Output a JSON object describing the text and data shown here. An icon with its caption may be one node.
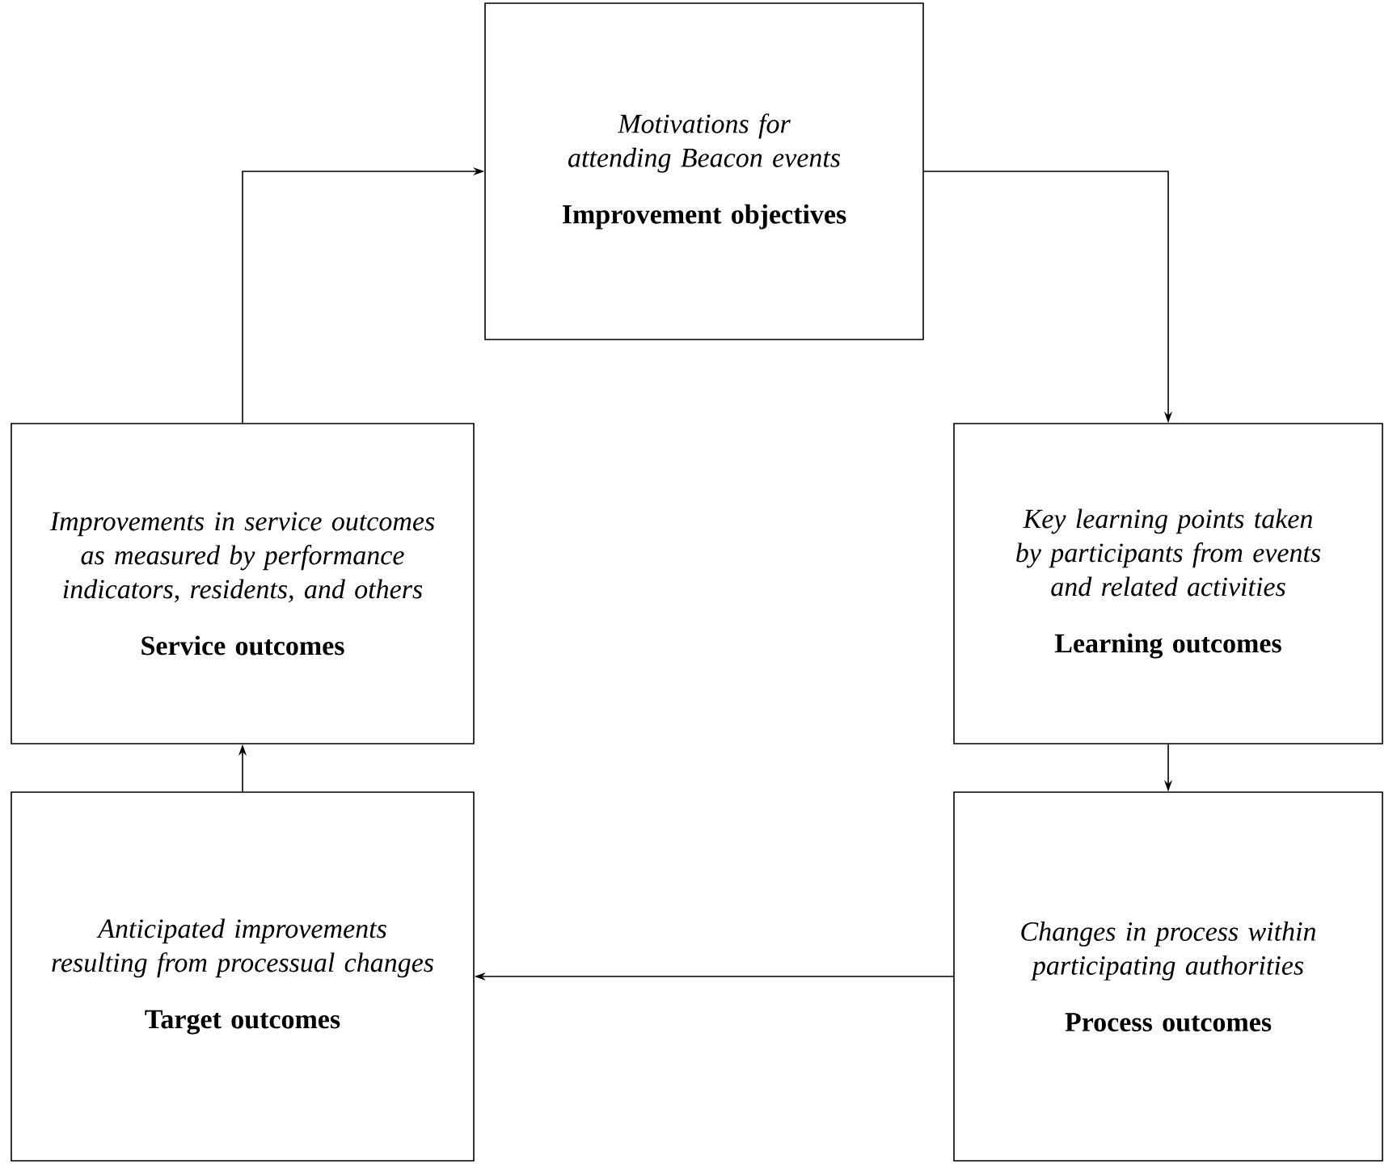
{
  "diagram": {
    "nodes": [
      {
        "text": [
          "Motivations for attending Beacon events",
          "Improvement objectives"
        ]
      },
      {
        "text": [
          "Improvements in service outcomes as measured by performance indicators, residents, and others",
          "Service outcomes"
        ]
      },
      {
        "text": [
          "Key learning points taken by participants from events and related activities",
          "Learning outcomes"
        ]
      },
      {
        "text": [
          "Anticipated improvements resulting from processual changes",
          "Target outcomes"
        ]
      },
      {
        "text": [
          "Changes in process within participating authorities",
          "Process outcomes"
        ]
      }
    ],
    "edges": [
      {
        "from": 0,
        "to": 2,
        "arrow": "to"
      },
      {
        "from": 2,
        "to": 4,
        "arrow": "to"
      },
      {
        "from": 4,
        "to": 3,
        "arrow": "to"
      },
      {
        "from": 3,
        "to": 1,
        "arrow": "to"
      },
      {
        "from": 1,
        "to": 0,
        "arrow": "to"
      }
    ]
  }
}
